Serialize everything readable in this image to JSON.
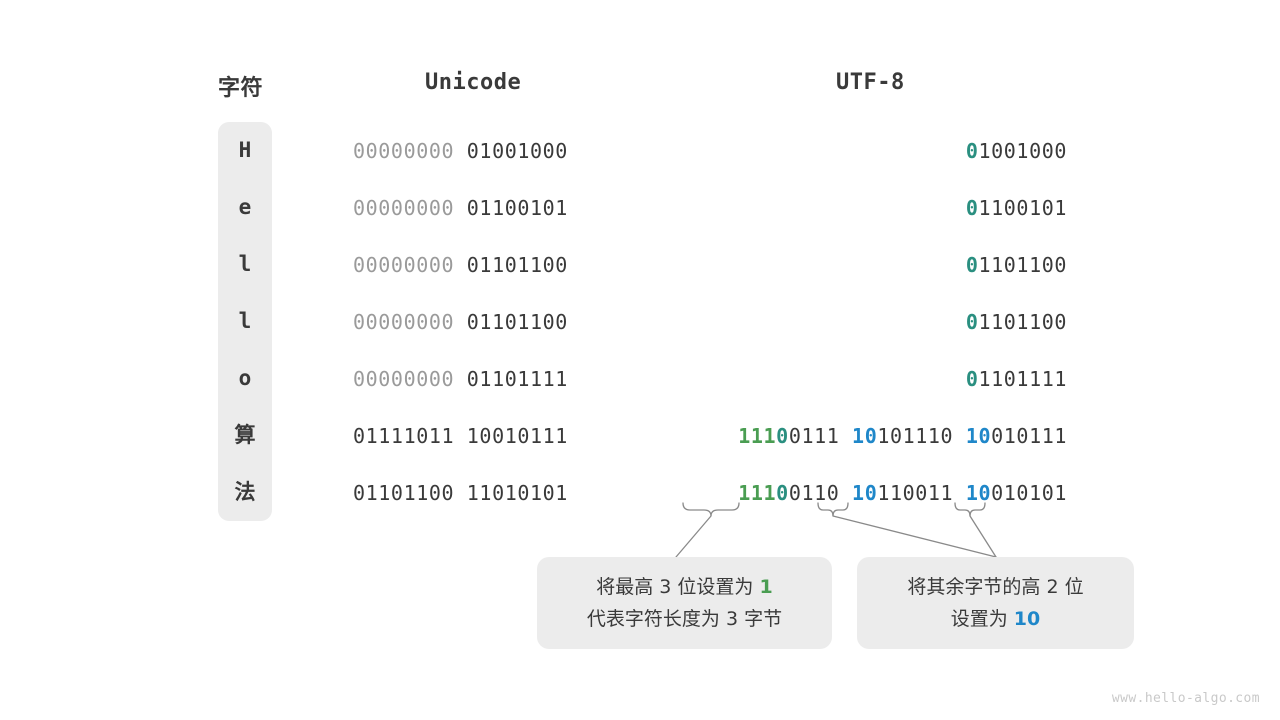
{
  "headers": {
    "character": "字符",
    "unicode": "Unicode",
    "utf8": "UTF-8"
  },
  "colors": {
    "green": "#4a9d52",
    "teal": "#2a8f80",
    "blue": "#1f87c9",
    "dark": "#3a3a3a",
    "dim": "#9a9a9a",
    "pill_bg": "#ececec",
    "callout_bg": "#ececec",
    "page_bg": "#ffffff"
  },
  "rows": [
    {
      "char": "H",
      "unicode_high": "00000000",
      "unicode_low": "01001000",
      "utf8_parts": [
        {
          "text": "0",
          "style": "teal"
        },
        {
          "text": "1001000",
          "style": "dark"
        }
      ]
    },
    {
      "char": "e",
      "unicode_high": "00000000",
      "unicode_low": "01100101",
      "utf8_parts": [
        {
          "text": "0",
          "style": "teal"
        },
        {
          "text": "1100101",
          "style": "dark"
        }
      ]
    },
    {
      "char": "l",
      "unicode_high": "00000000",
      "unicode_low": "01101100",
      "utf8_parts": [
        {
          "text": "0",
          "style": "teal"
        },
        {
          "text": "1101100",
          "style": "dark"
        }
      ]
    },
    {
      "char": "l",
      "unicode_high": "00000000",
      "unicode_low": "01101100",
      "utf8_parts": [
        {
          "text": "0",
          "style": "teal"
        },
        {
          "text": "1101100",
          "style": "dark"
        }
      ]
    },
    {
      "char": "o",
      "unicode_high": "00000000",
      "unicode_low": "01101111",
      "utf8_parts": [
        {
          "text": "0",
          "style": "teal"
        },
        {
          "text": "1101111",
          "style": "dark"
        }
      ]
    },
    {
      "char": "算",
      "unicode_high": "01111011",
      "unicode_low": "10010111",
      "utf8_parts": [
        {
          "text": "111",
          "style": "green"
        },
        {
          "text": "0",
          "style": "teal"
        },
        {
          "text": "0111 ",
          "style": "dark"
        },
        {
          "text": "10",
          "style": "blue"
        },
        {
          "text": "101110 ",
          "style": "dark"
        },
        {
          "text": "10",
          "style": "blue"
        },
        {
          "text": "010111",
          "style": "dark"
        }
      ]
    },
    {
      "char": "法",
      "unicode_high": "01101100",
      "unicode_low": "11010101",
      "utf8_parts": [
        {
          "text": "111",
          "style": "green"
        },
        {
          "text": "0",
          "style": "teal"
        },
        {
          "text": "0110 ",
          "style": "dark"
        },
        {
          "text": "10",
          "style": "blue"
        },
        {
          "text": "110011 ",
          "style": "dark"
        },
        {
          "text": "10",
          "style": "blue"
        },
        {
          "text": "010101",
          "style": "dark"
        }
      ]
    }
  ],
  "callouts": {
    "left": {
      "line1_pre": "将最高 3 位设置为 ",
      "line1_hl": "1",
      "line2": "代表字符长度为 3 字节"
    },
    "right": {
      "line1": "将其余字节的高 2 位",
      "line2_pre": "设置为 ",
      "line2_hl": "10"
    }
  },
  "watermark": "www.hello-algo.com"
}
